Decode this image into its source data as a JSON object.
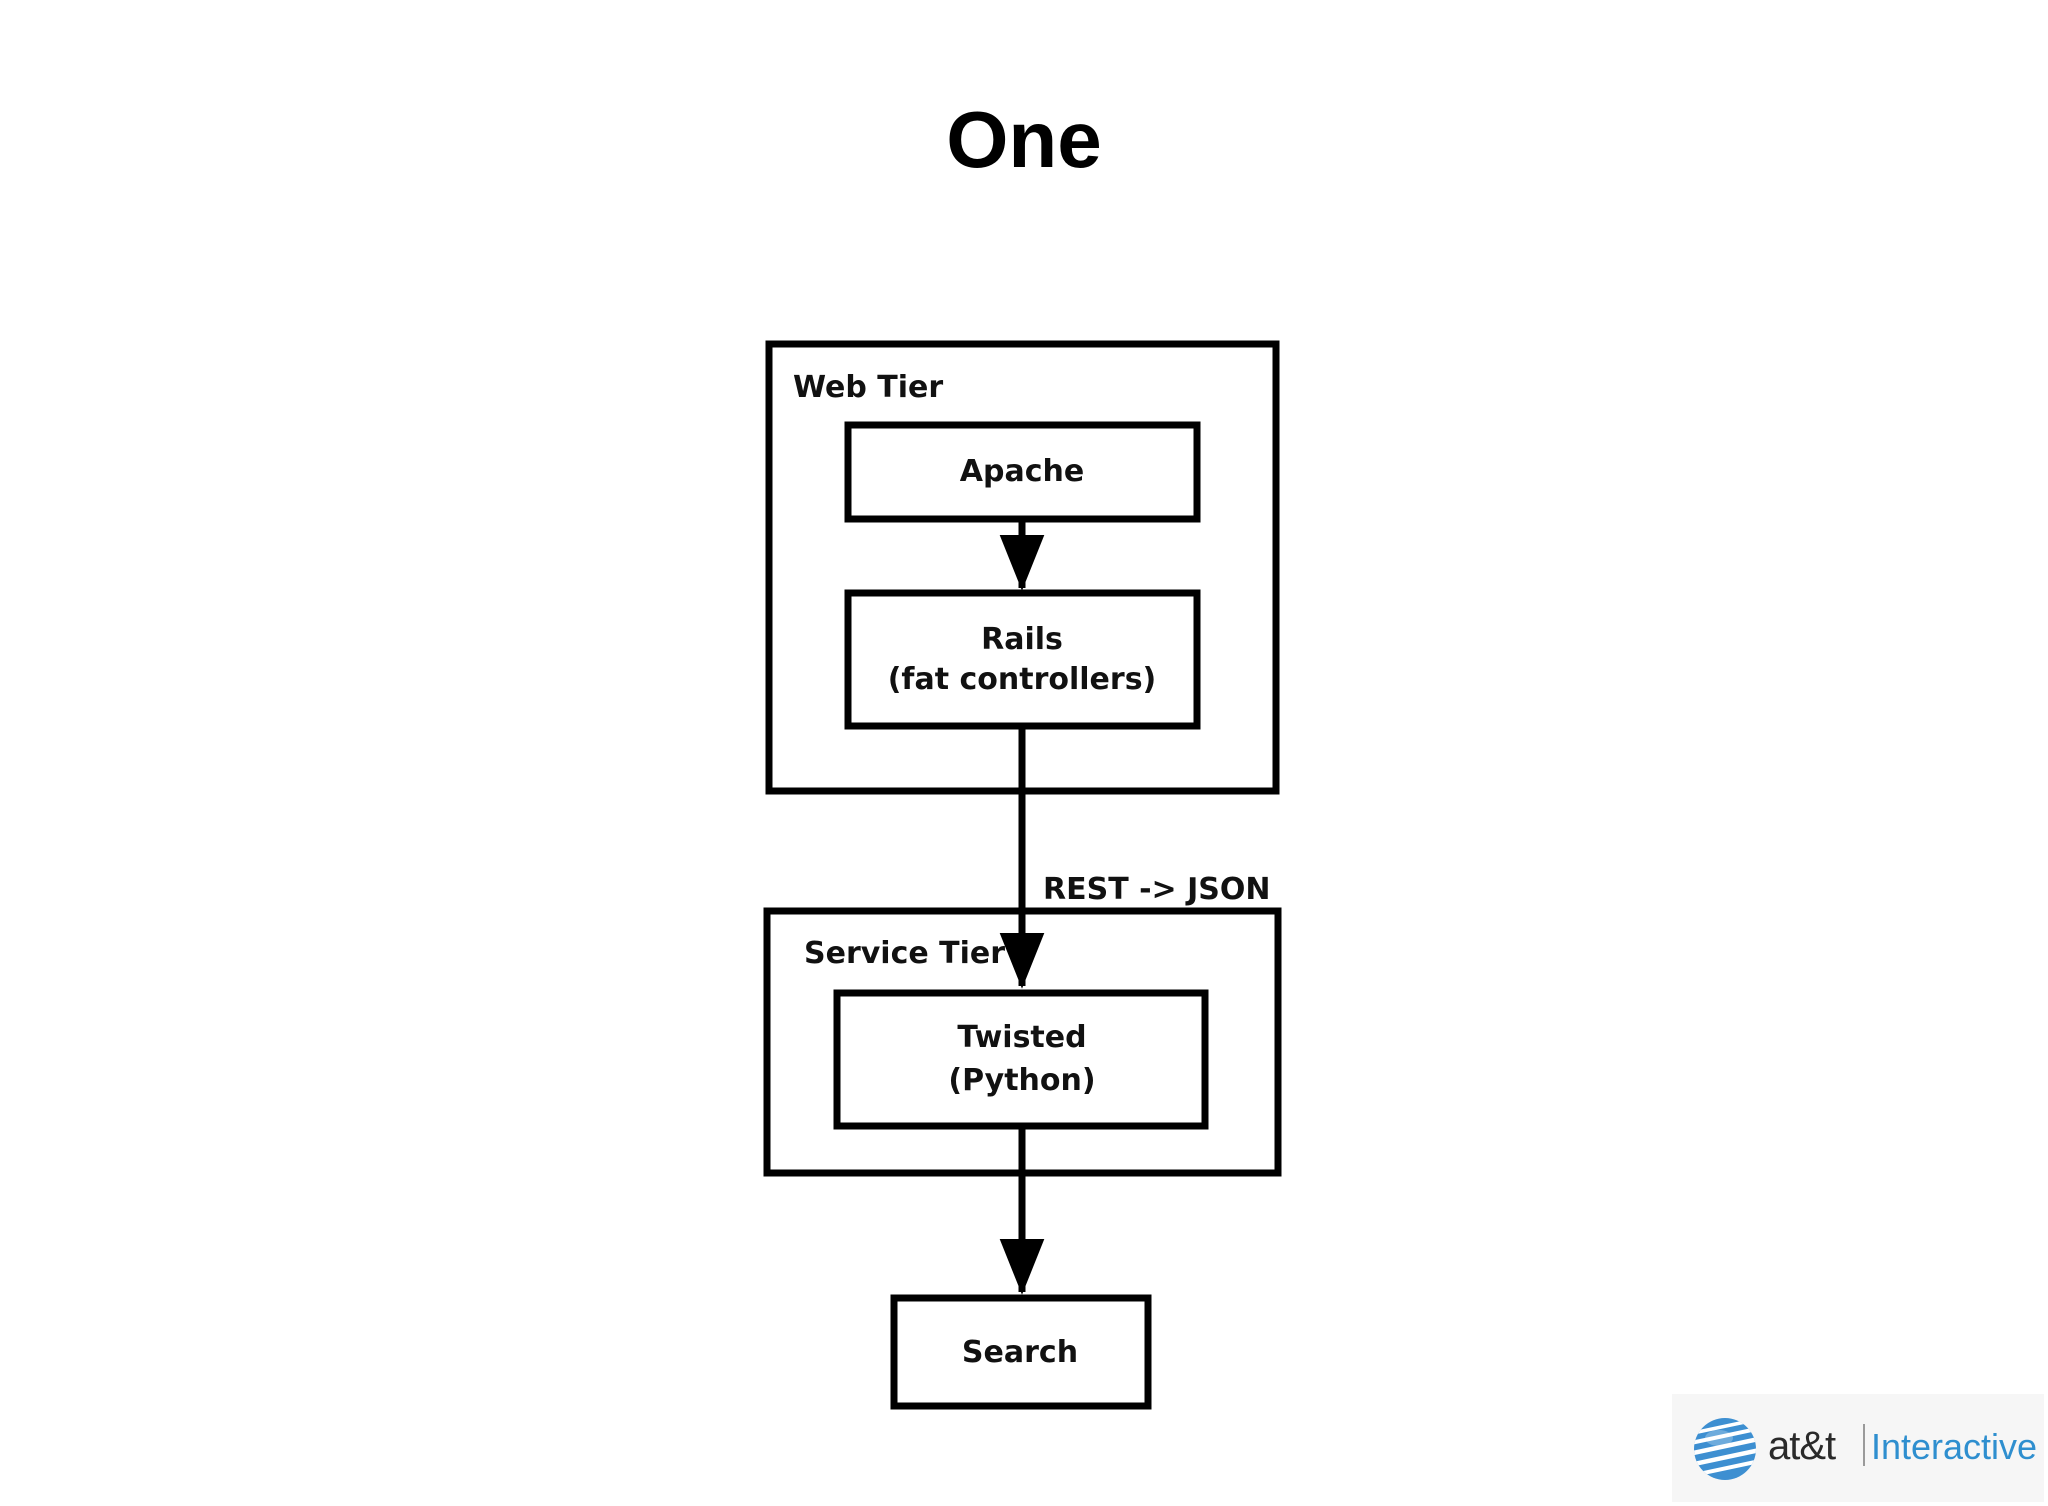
{
  "title": "One",
  "diagram": {
    "web_tier": {
      "label": "Web Tier",
      "apache": "Apache",
      "rails_line1": "Rails",
      "rails_line2": "(fat controllers)"
    },
    "edge_label": "REST -> JSON",
    "service_tier": {
      "label": "Service Tier",
      "twisted_line1": "Twisted",
      "twisted_line2": "(Python)"
    },
    "search": "Search"
  },
  "logo": {
    "brand": "at&t",
    "product": "Interactive"
  },
  "colors": {
    "ink": "#111111",
    "logo_blue": "#2f8fcf"
  }
}
